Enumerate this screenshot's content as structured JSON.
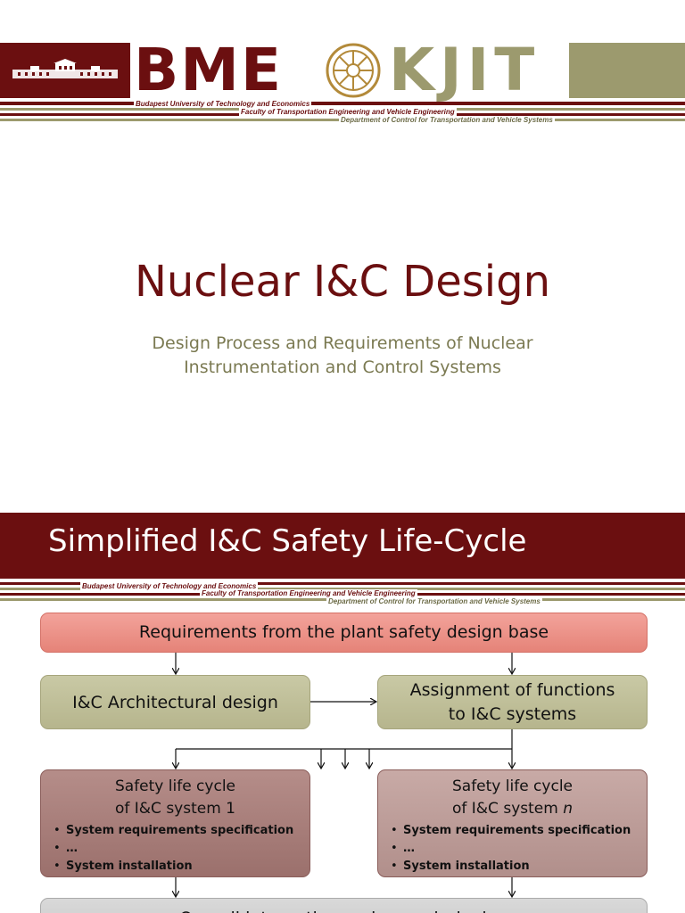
{
  "header": {
    "logo_left": "BME",
    "logo_right": "KJIT",
    "line1": "Budapest University of Technology and Economics",
    "line2": "Faculty of Transportation Engineering and Vehicle Engineering",
    "line3": "Department of Control for Transportation and Vehicle Systems",
    "colors": {
      "maroon": "#6b0f10",
      "olive": "#9c9a6e"
    }
  },
  "slide1": {
    "title": "Nuclear I&C Design",
    "subtitle_line1": "Design Process and Requirements of Nuclear",
    "subtitle_line2": "Instrumentation and Control Systems"
  },
  "slide2": {
    "title": "Simplified I&C Safety Life-Cycle",
    "requirements": "Requirements from the plant safety design base",
    "architectural": "I&C Architectural design",
    "assignment_line1": "Assignment of functions",
    "assignment_line2": "to I&C systems",
    "system1": {
      "head_line1": "Safety life cycle",
      "head_line2": "of I&C system 1",
      "items": [
        "System requirements specification",
        "…",
        "System installation"
      ]
    },
    "systemn": {
      "head_line1": "Safety life cycle",
      "head_line2_prefix": "of I&C system ",
      "head_line2_var": "n",
      "items": [
        "System requirements specification",
        "…",
        "System installation"
      ]
    },
    "overall": "Overall integration and commissioning"
  }
}
